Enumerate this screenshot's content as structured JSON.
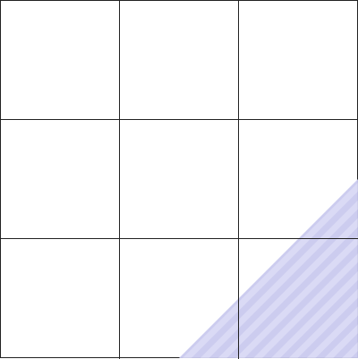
{
  "grid": {
    "rows": 3,
    "columns": 3,
    "line_color": "#222222",
    "background_color": "#ffffff",
    "cells": [
      {
        "row": 1,
        "col": 1
      },
      {
        "row": 1,
        "col": 2
      },
      {
        "row": 1,
        "col": 3
      },
      {
        "row": 2,
        "col": 1
      },
      {
        "row": 2,
        "col": 2
      },
      {
        "row": 2,
        "col": 3
      },
      {
        "row": 3,
        "col": 1
      },
      {
        "row": 3,
        "col": 2
      },
      {
        "row": 3,
        "col": 3
      }
    ]
  },
  "highlight": {
    "shape": "triangle",
    "pattern": "diagonal-stripes",
    "corner": "bottom-right",
    "stripe_color_a": "#c9c9ee",
    "stripe_color_b": "#d8d8f4"
  }
}
